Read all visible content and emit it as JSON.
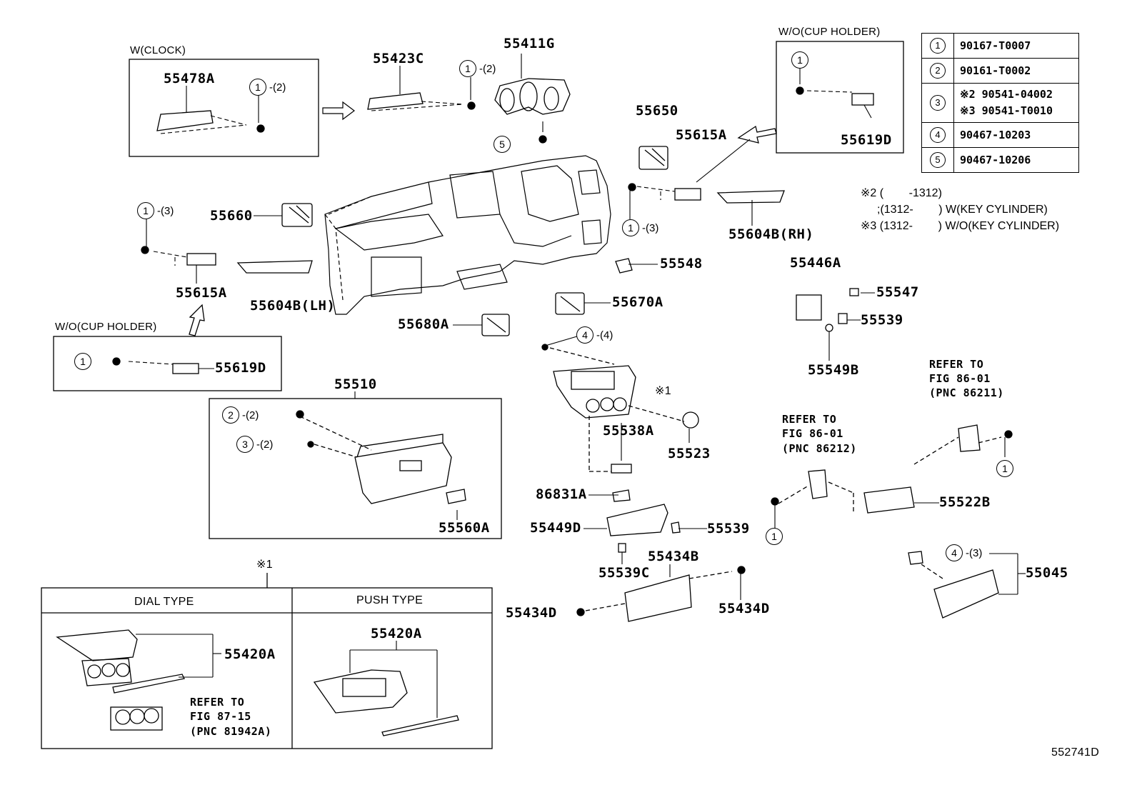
{
  "boxes": {
    "clock_title": "W(CLOCK)",
    "cup_holder_title": "W/O(CUP HOLDER)",
    "inset_mark": "※1",
    "dial_type": "DIAL TYPE",
    "push_type": "PUSH TYPE"
  },
  "callouts": {
    "c1": "1",
    "c2": "2",
    "c3": "3",
    "c4": "4",
    "c5": "5"
  },
  "quantities": {
    "q2": "-(2)",
    "q3": "-(3)",
    "q4": "-(4)"
  },
  "parts": {
    "p55478A": "55478A",
    "p55423C": "55423C",
    "p55411G": "55411G",
    "p55650": "55650",
    "p55615A": "55615A",
    "p55619D": "55619D",
    "p55660": "55660",
    "p55604B_LH": "55604B(LH)",
    "p55604B_RH": "55604B(RH)",
    "p55548": "55548",
    "p55670A": "55670A",
    "p55680A": "55680A",
    "p55446A": "55446A",
    "p55547": "55547",
    "p55539": "55539",
    "p55549B": "55549B",
    "p55510": "55510",
    "p55560A": "55560A",
    "p55538A": "55538A",
    "p55523": "55523",
    "p86831A": "86831A",
    "p55449D": "55449D",
    "p55539C": "55539C",
    "p55434B": "55434B",
    "p55434D": "55434D",
    "p55522B": "55522B",
    "p55045": "55045",
    "p55420A": "55420A",
    "mark1": "※1"
  },
  "refs": {
    "r1_l1": "REFER TO",
    "r1_l2": "FIG 86-01",
    "r1_l3": "(PNC 86211)",
    "r2_l1": "REFER TO",
    "r2_l2": "FIG 86-01",
    "r2_l3": "(PNC 86212)",
    "r3_l1": "REFER TO",
    "r3_l2": "FIG 87-15",
    "r3_l3": "(PNC 81942A)"
  },
  "legend": [
    {
      "num": "1",
      "part": "90167-T0007"
    },
    {
      "num": "2",
      "part": "90161-T0002"
    },
    {
      "num": "3",
      "part": "※2 90541-04002",
      "part2": "※3 90541-T0010"
    },
    {
      "num": "4",
      "part": "90467-10203"
    },
    {
      "num": "5",
      "part": "90467-10206"
    }
  ],
  "notes": {
    "n1": "※2 (        -1312)",
    "n2": ";(1312-        ) W(KEY CYLINDER)",
    "n3": "※3 (1312-        ) W/O(KEY CYLINDER)"
  },
  "diagram_id": "552741D"
}
